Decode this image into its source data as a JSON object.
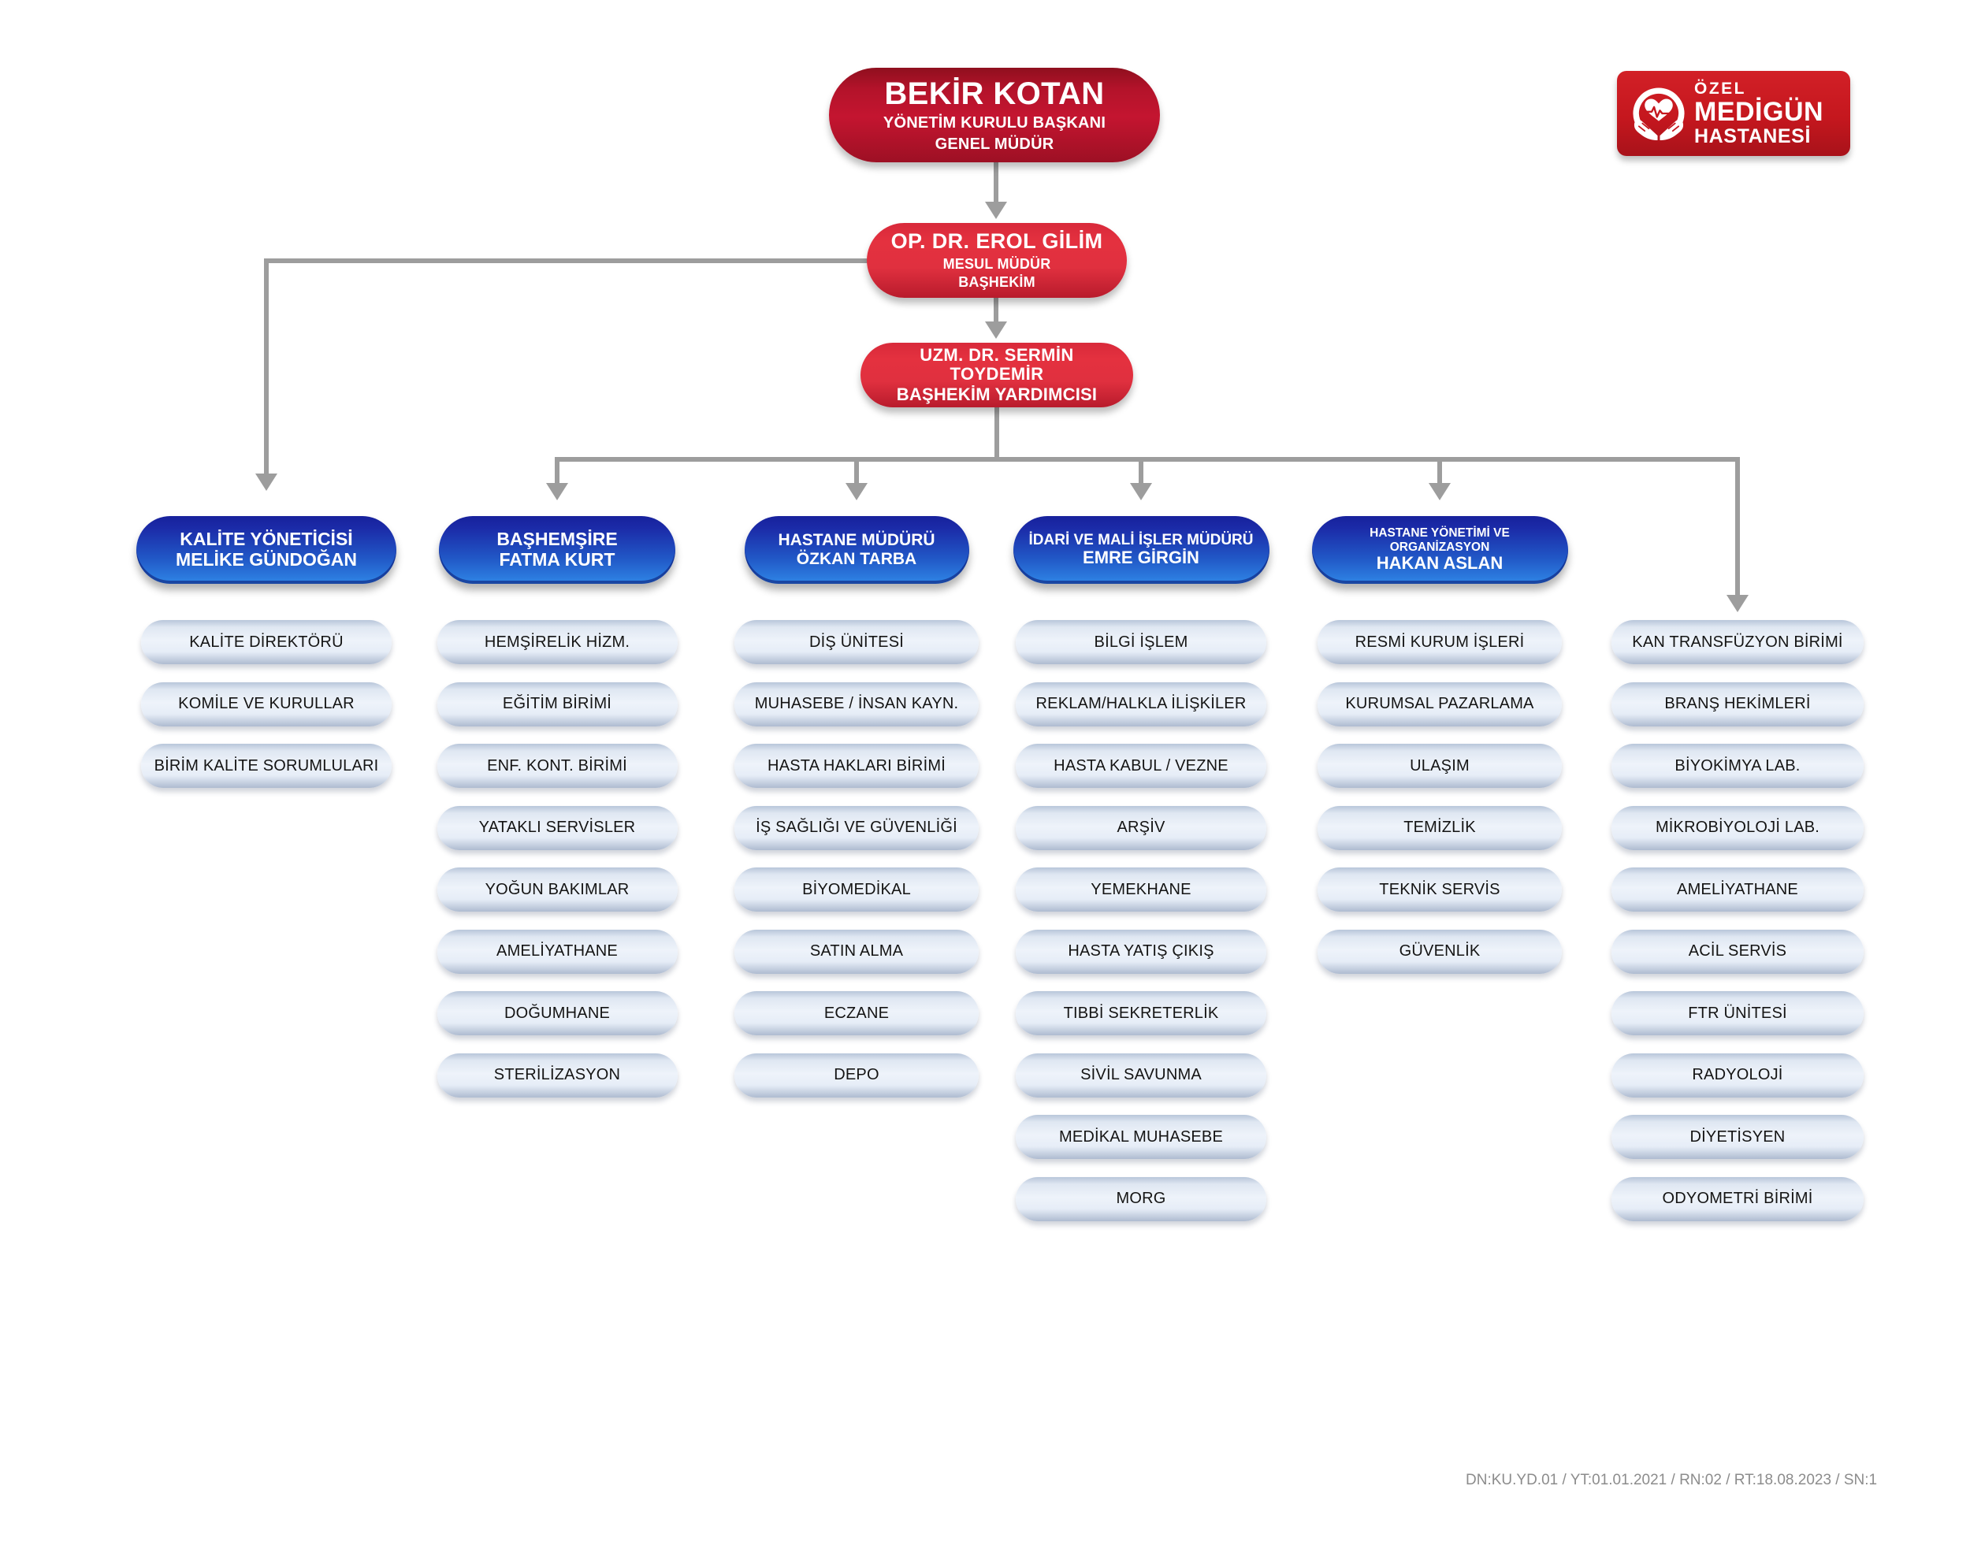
{
  "logo": {
    "icon": "heart-in-hands-icon",
    "line1": "ÖZEL",
    "line2": "MEDİGÜN",
    "line3": "HASTANESİ",
    "color": "#c5171e"
  },
  "footer": {
    "text": "DN:KU.YD.01 /  YT:01.01.2021 /  RN:02 / RT:18.08.2023 / SN:1"
  },
  "colors": {
    "red_dark": "#b3132a",
    "red_mid": "#e0303f",
    "blue_top": "#17219c",
    "blue_bottom": "#2f86e6",
    "pill": "#eef3fa",
    "connector": "#9d9d9d"
  },
  "top_nodes": [
    {
      "name": "BEKİR KOTAN",
      "title_line1": "YÖNETİM KURULU BAŞKANI",
      "title_line2": "GENEL MÜDÜR"
    },
    {
      "name": "OP. DR. EROL GİLİM",
      "title_line1": "MESUL MÜDÜR",
      "title_line2": "BAŞHEKİM"
    },
    {
      "name": "UZM. DR. SERMİN TOYDEMİR",
      "title_line1": "BAŞHEKİM YARDIMCISI",
      "title_line2": ""
    }
  ],
  "columns": [
    {
      "head_line1": "KALİTE YÖNETİCİSİ",
      "head_line2": "MELİKE GÜNDOĞAN",
      "has_head": true,
      "items": [
        "KALİTE DİREKTÖRÜ",
        "KOMİLE VE KURULLAR",
        "BİRİM KALİTE SORUMLULARI"
      ]
    },
    {
      "head_line1": "BAŞHEMŞİRE",
      "head_line2": "FATMA KURT",
      "has_head": true,
      "items": [
        "HEMŞİRELİK HİZM.",
        "EĞİTİM BİRİMİ",
        "ENF. KONT. BİRİMİ",
        "YATAKLI SERVİSLER",
        "YOĞUN BAKIMLAR",
        "AMELİYATHANE",
        "DOĞUMHANE",
        "STERİLİZASYON"
      ]
    },
    {
      "head_line1": "HASTANE MÜDÜRÜ",
      "head_line2": "ÖZKAN TARBA",
      "has_head": true,
      "items": [
        "DİŞ ÜNİTESİ",
        "MUHASEBE / İNSAN KAYN.",
        "HASTA HAKLARI BİRİMİ",
        "İŞ SAĞLIĞI VE GÜVENLİĞİ",
        "BİYOMEDİKAL",
        "SATIN ALMA",
        "ECZANE",
        "DEPO"
      ]
    },
    {
      "head_line1": "İDARİ VE MALİ İŞLER MÜDÜRÜ",
      "head_line2": "EMRE GİRGİN",
      "has_head": true,
      "items": [
        "BİLGİ İŞLEM",
        "REKLAM/HALKLA İLİŞKİLER",
        "HASTA KABUL / VEZNE",
        "ARŞİV",
        "YEMEKHANE",
        "HASTA YATIŞ ÇIKIŞ",
        "TIBBİ SEKRETERLİK",
        "SİVİL SAVUNMA",
        "MEDİKAL MUHASEBE",
        "MORG"
      ]
    },
    {
      "head_line1": "HASTANE YÖNETİMİ VE ORGANİZASYON",
      "head_line2": "HAKAN ASLAN",
      "has_head": true,
      "items": [
        "RESMİ KURUM İŞLERİ",
        "KURUMSAL PAZARLAMA",
        "ULAŞIM",
        "TEMİZLİK",
        "TEKNİK SERVİS",
        "GÜVENLİK"
      ]
    },
    {
      "head_line1": "",
      "head_line2": "",
      "has_head": false,
      "items": [
        "KAN TRANSFÜZYON BİRİMİ",
        "BRANŞ HEKİMLERİ",
        "BİYOKİMYA LAB.",
        "MİKROBİYOLOJİ LAB.",
        "AMELİYATHANE",
        "ACİL SERVİS",
        "FTR ÜNİTESİ",
        "RADYOLOJİ",
        "DİYETİSYEN",
        "ODYOMETRİ BİRİMİ"
      ]
    }
  ]
}
